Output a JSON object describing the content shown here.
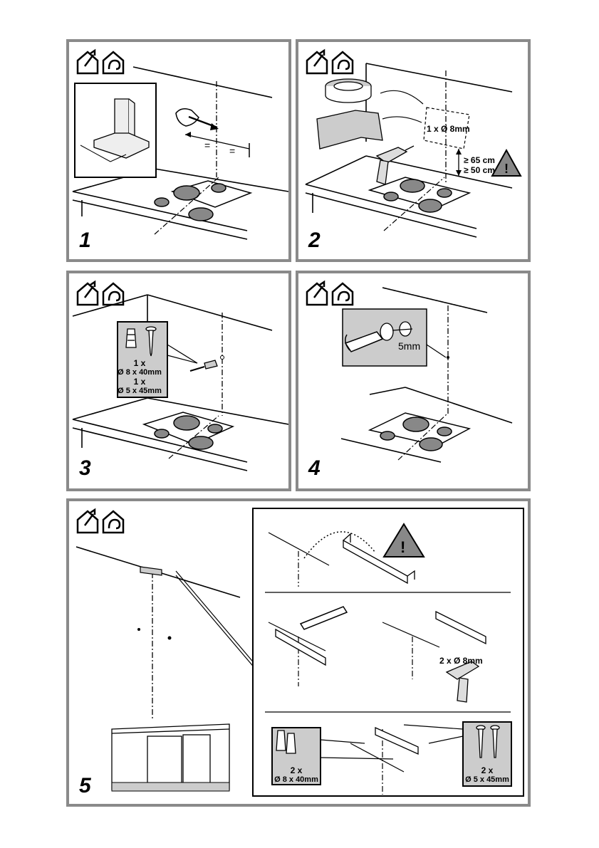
{
  "steps": [
    "1",
    "2",
    "3",
    "4",
    "5"
  ],
  "panel2": {
    "drill_label": "1 x Ø 8mm",
    "height_gas": "≥ 65 cm",
    "height_electric": "≥ 50 cm"
  },
  "panel3": {
    "plug_qty": "1 x",
    "plug_size": "Ø 8 x 40mm",
    "screw_qty": "1 x",
    "screw_size": "Ø 5 x 45mm"
  },
  "panel4": {
    "gap_label": "5mm"
  },
  "panel5": {
    "drill_label": "2 x Ø 8mm",
    "plug_qty": "2 x",
    "plug_size": "Ø 8 x 40mm",
    "screw_qty": "2 x",
    "screw_size": "Ø 5 x 45mm"
  },
  "icons": [
    "ducted-house-icon",
    "recirculation-house-icon"
  ]
}
